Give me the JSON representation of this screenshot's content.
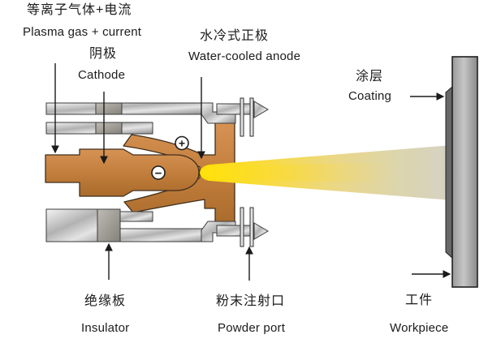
{
  "figure": {
    "type": "plasma-spray-torch-schematic",
    "background": "#ffffff"
  },
  "labels": {
    "plasma_gas": {
      "cn": "等离子气体+电流",
      "en": "Plasma gas + current"
    },
    "cathode": {
      "cn": "阴极",
      "en": "Cathode"
    },
    "anode": {
      "cn": "水冷式正极",
      "en": "Water-cooled anode"
    },
    "coating": {
      "cn": "涂层",
      "en": "Coating"
    },
    "insulator": {
      "cn": "绝缘板",
      "en": "Insulator"
    },
    "powder_port": {
      "cn": "粉末注射口",
      "en": "Powder port"
    },
    "workpiece": {
      "cn": "工件",
      "en": "Workpiece"
    }
  },
  "symbols": {
    "anode_polarity": "+",
    "cathode_polarity": "−"
  },
  "colors": {
    "copper": "#c07c3a",
    "flame_core": "#ffdf00",
    "flame_tail": "#d5d2c4",
    "metal_light": "#f2f2f2",
    "metal_dark": "#939393",
    "insulator_gray": "#8b897f",
    "coating_gray": "#686868",
    "workpiece_gray": "#c6c6c6",
    "text": "#1b1b1b"
  }
}
